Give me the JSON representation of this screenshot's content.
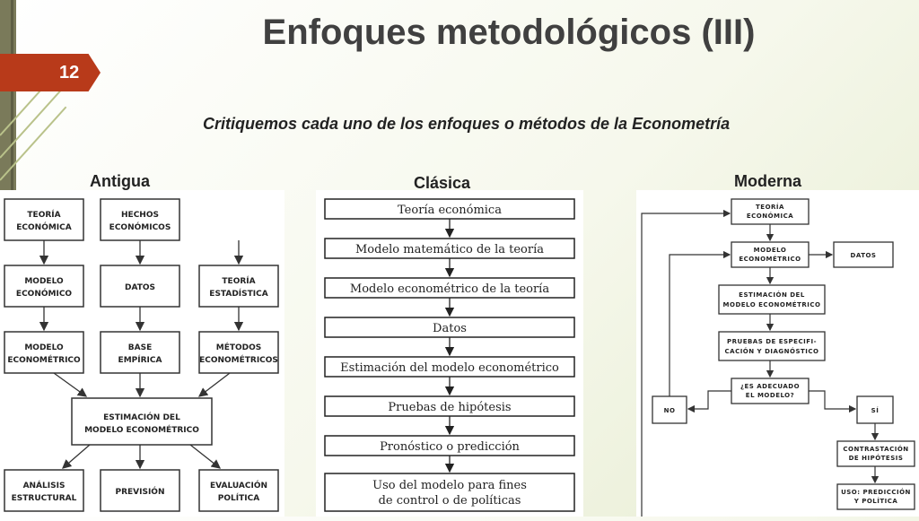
{
  "slide": {
    "number": "12",
    "title": "Enfoques metodológicos (III)",
    "subtitle": "Critiquemos cada uno de los enfoques o métodos de la Econometría"
  },
  "columns": {
    "antigua": {
      "heading": "Antigua",
      "row1": [
        "TEORÍA",
        "ECONÓMICA",
        "HECHOS",
        "ECONÓMICOS"
      ],
      "row2": [
        "MODELO",
        "ECONÓMICO",
        "DATOS",
        "TEORÍA",
        "ESTADÍSTICA"
      ],
      "row3": [
        "MODELO",
        "ECONOMÉTRICO",
        "BASE",
        "EMPÍRICA",
        "MÉTODOS",
        "ECONOMÉTRICOS"
      ],
      "estimation": [
        "ESTIMACIÓN DEL",
        "MODELO ECONOMÉTRICO"
      ],
      "outputs": [
        "ANÁLISIS",
        "ESTRUCTURAL",
        "PREVISIÓN",
        "EVALUACIÓN",
        "POLÍTICA"
      ]
    },
    "clasica": {
      "heading": "Clásica",
      "steps": [
        "Teoría económica",
        "Modelo matemático de la teoría",
        "Modelo econométrico de la teoría",
        "Datos",
        "Estimación del modelo econométrico",
        "Pruebas de hipótesis",
        "Pronóstico o predicción",
        "Uso del modelo para fines",
        "de control o de políticas"
      ]
    },
    "moderna": {
      "heading": "Moderna",
      "boxes": {
        "teoria": [
          "TEORÍA",
          "ECONÓMICA"
        ],
        "modelo": [
          "MODELO",
          "ECONOMÉTRICO"
        ],
        "datos": "DATOS",
        "estimacion": [
          "ESTIMACIÓN DEL",
          "MODELO ECONOMÉTRICO"
        ],
        "pruebas": [
          "PRUEBAS DE ESPECIFI-",
          "CACIÓN Y DIAGNÓSTICO"
        ],
        "adecuado": [
          "¿ES ADECUADO",
          "EL MODELO?"
        ],
        "no": "NO",
        "si": "SÍ",
        "contrastacion": [
          "CONTRASTACIÓN",
          "DE HIPÓTESIS"
        ],
        "uso": [
          "USO: PREDICCIÓN",
          "Y POLÍTICA"
        ]
      }
    }
  },
  "colors": {
    "accent": "#b83a1a",
    "sidebar": "#7a7a5a",
    "title": "#404040"
  }
}
